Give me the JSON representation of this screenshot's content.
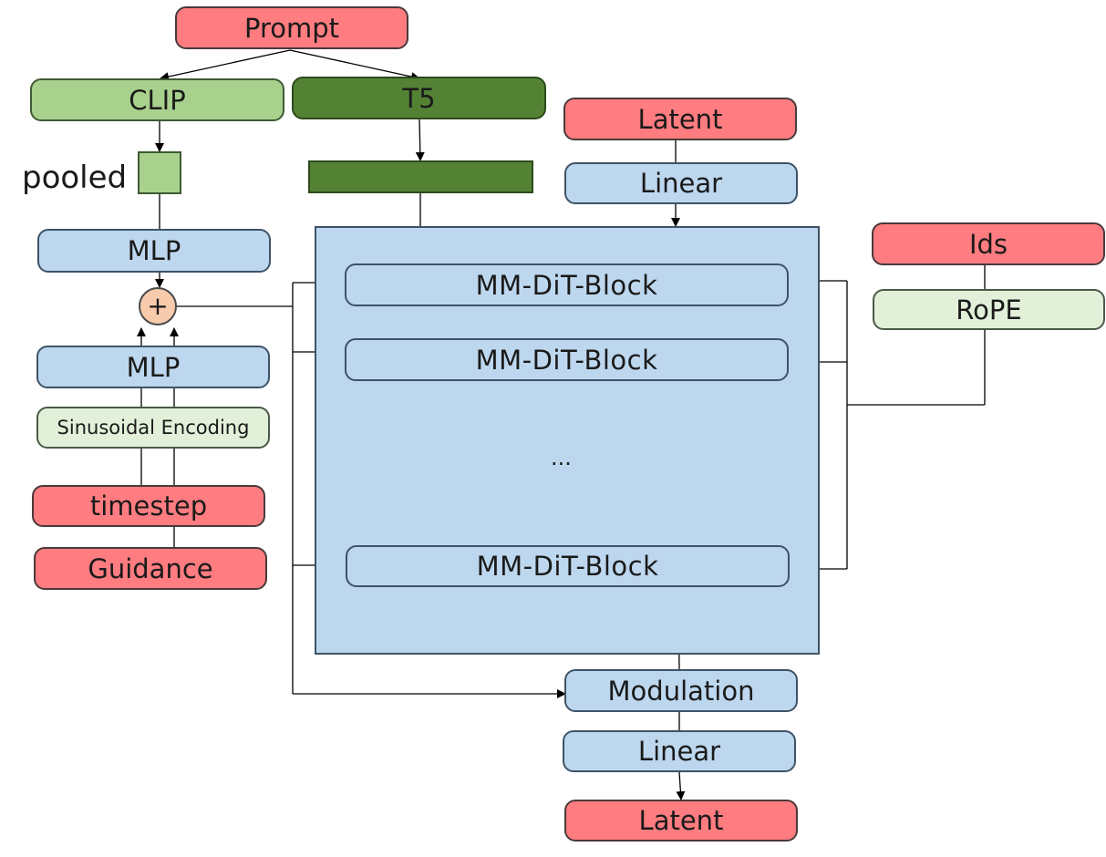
{
  "diagram": {
    "prompt": "Prompt",
    "clip": "CLIP",
    "t5": "T5",
    "pooled_label": "pooled",
    "mlp_top": "MLP",
    "plus_symbol": "+",
    "mlp_bottom": "MLP",
    "sinusoidal": "Sinusoidal Encoding",
    "timestep": "timestep",
    "guidance": "Guidance",
    "latent_in": "Latent",
    "linear_in": "Linear",
    "ids": "Ids",
    "rope": "RoPE",
    "block_1": "MM-DiT-Block",
    "block_2": "MM-DiT-Block",
    "ellipsis": "...",
    "block_3": "MM-DiT-Block",
    "modulation": "Modulation",
    "linear_out": "Linear",
    "latent_out": "Latent"
  },
  "colors": {
    "input_red": "#ff7c80",
    "module_blue": "#bdd7ee",
    "clip_green": "#a9d18e",
    "t5_green": "#548235",
    "encoding_pale": "#e2f0d9",
    "plus_peach": "#f8cbad"
  }
}
